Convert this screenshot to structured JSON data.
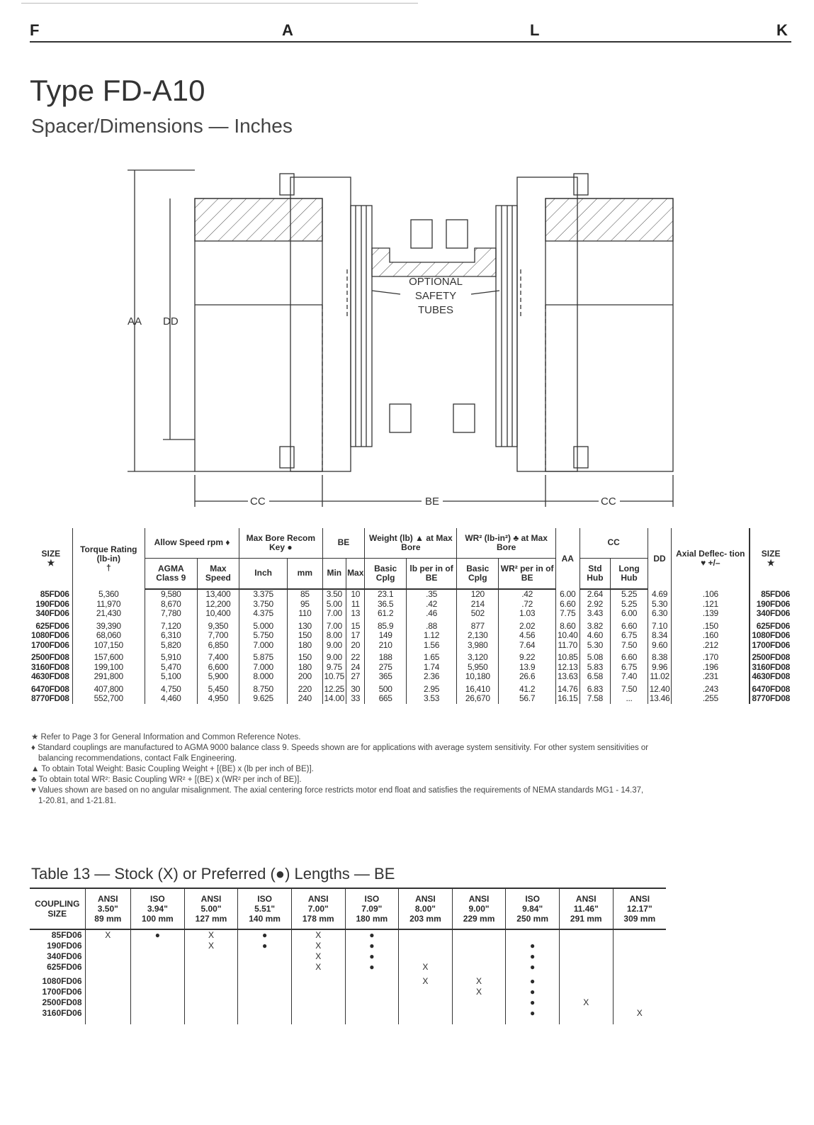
{
  "header": {
    "letters": [
      "F",
      "A",
      "L",
      "K"
    ]
  },
  "title": "Type FD-A10",
  "subtitle": "Spacer/Dimensions — Inches",
  "diagram": {
    "labels": {
      "aa": "AA",
      "dd": "DD",
      "cc_left": "CC",
      "be": "BE",
      "cc_right": "CC",
      "tubes_1": "OPTIONAL",
      "tubes_2": "SAFETY",
      "tubes_3": "TUBES"
    }
  },
  "main_table": {
    "headers": {
      "size": "SIZE",
      "size_mark": "★",
      "torque": "Torque Rating (lb-in)",
      "torque_mark": "†",
      "allow_speed": "Allow Speed rpm ♦",
      "agma": "AGMA Class 9",
      "max_speed": "Max Speed",
      "max_bore": "Max Bore Recom Key ●",
      "inch": "Inch",
      "mm": "mm",
      "be": "BE",
      "be_min": "Min",
      "be_max": "Max",
      "weight": "Weight (lb) ▲ at Max Bore",
      "basic_cplg": "Basic Cplg",
      "lb_per_in": "lb per in of BE",
      "wr2": "WR² (lb-in²) ♣ at Max Bore",
      "wr2_basic": "Basic Cplg",
      "wr2_per_in": "WR² per in of BE",
      "aa": "AA",
      "cc": "CC",
      "std_hub": "Std Hub",
      "long_hub": "Long Hub",
      "dd": "DD",
      "axial": "Axial Deflec- tion ♥ +/–"
    },
    "rows": [
      [
        "85FD06",
        "5,360",
        "9,580",
        "13,400",
        "3.375",
        "85",
        "3.50",
        "10",
        "23.1",
        ".35",
        "120",
        ".42",
        "6.00",
        "2.64",
        "5.25",
        "4.69",
        ".106",
        "85FD06"
      ],
      [
        "190FD06",
        "11,970",
        "8,670",
        "12,200",
        "3.750",
        "95",
        "5.00",
        "11",
        "36.5",
        ".42",
        "214",
        ".72",
        "6.60",
        "2.92",
        "5.25",
        "5.30",
        ".121",
        "190FD06"
      ],
      [
        "340FD06",
        "21,430",
        "7,780",
        "10,400",
        "4.375",
        "110",
        "7.00",
        "13",
        "61.2",
        ".46",
        "502",
        "1.03",
        "7.75",
        "3.43",
        "6.00",
        "6.30",
        ".139",
        "340FD06"
      ],
      [
        "625FD06",
        "39,390",
        "7,120",
        "9,350",
        "5.000",
        "130",
        "7.00",
        "15",
        "85.9",
        ".88",
        "877",
        "2.02",
        "8.60",
        "3.82",
        "6.60",
        "7.10",
        ".150",
        "625FD06"
      ],
      [
        "1080FD06",
        "68,060",
        "6,310",
        "7,700",
        "5.750",
        "150",
        "8.00",
        "17",
        "149",
        "1.12",
        "2,130",
        "4.56",
        "10.40",
        "4.60",
        "6.75",
        "8.34",
        ".160",
        "1080FD06"
      ],
      [
        "1700FD06",
        "107,150",
        "5,820",
        "6,850",
        "7.000",
        "180",
        "9.00",
        "20",
        "210",
        "1.56",
        "3,980",
        "7.64",
        "11.70",
        "5.30",
        "7.50",
        "9.60",
        ".212",
        "1700FD06"
      ],
      [
        "2500FD08",
        "157,600",
        "5,910",
        "7,400",
        "5.875",
        "150",
        "9.00",
        "22",
        "188",
        "1.65",
        "3,120",
        "9.22",
        "10.85",
        "5.08",
        "6.60",
        "8.38",
        ".170",
        "2500FD08"
      ],
      [
        "3160FD08",
        "199,100",
        "5,470",
        "6,600",
        "7.000",
        "180",
        "9.75",
        "24",
        "275",
        "1.74",
        "5,950",
        "13.9",
        "12.13",
        "5.83",
        "6.75",
        "9.96",
        ".196",
        "3160FD08"
      ],
      [
        "4630FD08",
        "291,800",
        "5,100",
        "5,900",
        "8.000",
        "200",
        "10.75",
        "27",
        "365",
        "2.36",
        "10,180",
        "26.6",
        "13.63",
        "6.58",
        "7.40",
        "11.02",
        ".231",
        "4630FD08"
      ],
      [
        "6470FD08",
        "407,800",
        "4,750",
        "5,450",
        "8.750",
        "220",
        "12.25",
        "30",
        "500",
        "2.95",
        "16,410",
        "41.2",
        "14.76",
        "6.83",
        "7.50",
        "12.40",
        ".243",
        "6470FD08"
      ],
      [
        "8770FD08",
        "552,700",
        "4,460",
        "4,950",
        "9.625",
        "240",
        "14.00",
        "33",
        "665",
        "3.53",
        "26,670",
        "56.7",
        "16.15",
        "7.58",
        "...",
        "13.46",
        ".255",
        "8770FD08"
      ]
    ]
  },
  "notes": [
    "★ Refer to Page 3 for General Information and Common Reference Notes.",
    "♦ Standard couplings are manufactured to AGMA 9000 balance class 9. Speeds shown are for applications with average system sensitivity. For other system sensitivities or",
    "balancing recommendations, contact Falk Engineering.",
    "▲ To obtain Total Weight: Basic Coupling Weight + [(BE) x (lb per inch of BE)].",
    "♣ To obtain total WR²: Basic Coupling WR² + [(BE) x (WR² per inch of BE)].",
    "♥ Values shown are based on no angular misalignment. The axial centering force restricts motor end float and satisfies the requirements of  NEMA standards MG1 - 14.37,",
    "1-20.81, and 1-21.81."
  ],
  "table13": {
    "title": "Table 13 — Stock (X) or Preferred (●) Lengths — BE",
    "size_header": "COUPLING SIZE",
    "columns": [
      [
        "ANSI",
        "3.50\"",
        "89 mm"
      ],
      [
        "ISO",
        "3.94\"",
        "100 mm"
      ],
      [
        "ANSI",
        "5.00\"",
        "127 mm"
      ],
      [
        "ISO",
        "5.51\"",
        "140 mm"
      ],
      [
        "ANSI",
        "7.00\"",
        "178 mm"
      ],
      [
        "ISO",
        "7.09\"",
        "180 mm"
      ],
      [
        "ANSI",
        "8.00\"",
        "203 mm"
      ],
      [
        "ANSI",
        "9.00\"",
        "229 mm"
      ],
      [
        "ISO",
        "9.84\"",
        "250 mm"
      ],
      [
        "ANSI",
        "11.46\"",
        "291 mm"
      ],
      [
        "ANSI",
        "12.17\"",
        "309 mm"
      ]
    ],
    "rows": [
      {
        "size": "85FD06",
        "marks": [
          "X",
          "●",
          "X",
          "●",
          "X",
          "●",
          "",
          "",
          "",
          "",
          ""
        ]
      },
      {
        "size": "190FD06",
        "marks": [
          "",
          "",
          "X",
          "●",
          "X",
          "●",
          "",
          "",
          "●",
          "",
          ""
        ]
      },
      {
        "size": "340FD06",
        "marks": [
          "",
          "",
          "",
          "",
          "X",
          "●",
          "",
          "",
          "●",
          "",
          ""
        ]
      },
      {
        "size": "625FD06",
        "marks": [
          "",
          "",
          "",
          "",
          "X",
          "●",
          "X",
          "",
          "●",
          "",
          ""
        ]
      },
      {
        "size": "1080FD06",
        "marks": [
          "",
          "",
          "",
          "",
          "",
          "",
          "X",
          "X",
          "●",
          "",
          ""
        ]
      },
      {
        "size": "1700FD06",
        "marks": [
          "",
          "",
          "",
          "",
          "",
          "",
          "",
          "X",
          "●",
          "",
          ""
        ]
      },
      {
        "size": "2500FD08",
        "marks": [
          "",
          "",
          "",
          "",
          "",
          "",
          "",
          "",
          "●",
          "X",
          ""
        ]
      },
      {
        "size": "3160FD06",
        "marks": [
          "",
          "",
          "",
          "",
          "",
          "",
          "",
          "",
          "●",
          "",
          "X"
        ]
      }
    ]
  }
}
